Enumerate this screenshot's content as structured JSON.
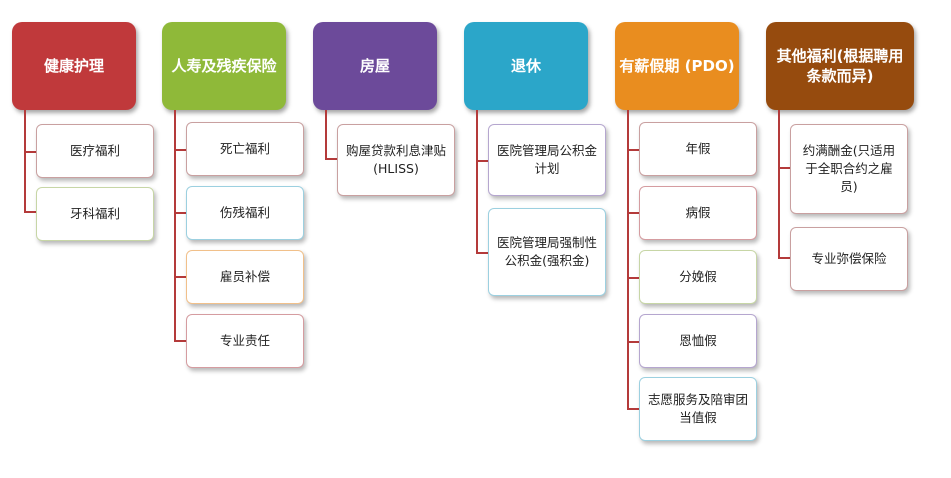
{
  "columns": [
    {
      "title": "健康护理",
      "color": "#c0393b",
      "items": [
        "医疗福利",
        "牙科福利"
      ]
    },
    {
      "title": "人寿及残疾保险",
      "color": "#8fb939",
      "items": [
        "死亡福利",
        "伤残福利",
        "雇员补偿",
        "专业责任"
      ]
    },
    {
      "title": "房屋",
      "color": "#6c4a9a",
      "items": [
        "购屋贷款利息津贴 (HLISS)"
      ]
    },
    {
      "title": "退休",
      "color": "#2ba6c9",
      "items": [
        "医院管理局公积金计划",
        "医院管理局强制性公积金(强积金)"
      ]
    },
    {
      "title": "有薪假期 (PDO)",
      "color": "#e98d1f",
      "items": [
        "年假",
        "病假",
        "分娩假",
        "恩恤假",
        "志愿服务及陪审团当值假"
      ]
    },
    {
      "title": "其他福利(根据聘用条款而异)",
      "color": "#964b0e",
      "items": [
        "约满酬金(只适用于全职合约之雇员)",
        "专业弥偿保险"
      ]
    }
  ]
}
